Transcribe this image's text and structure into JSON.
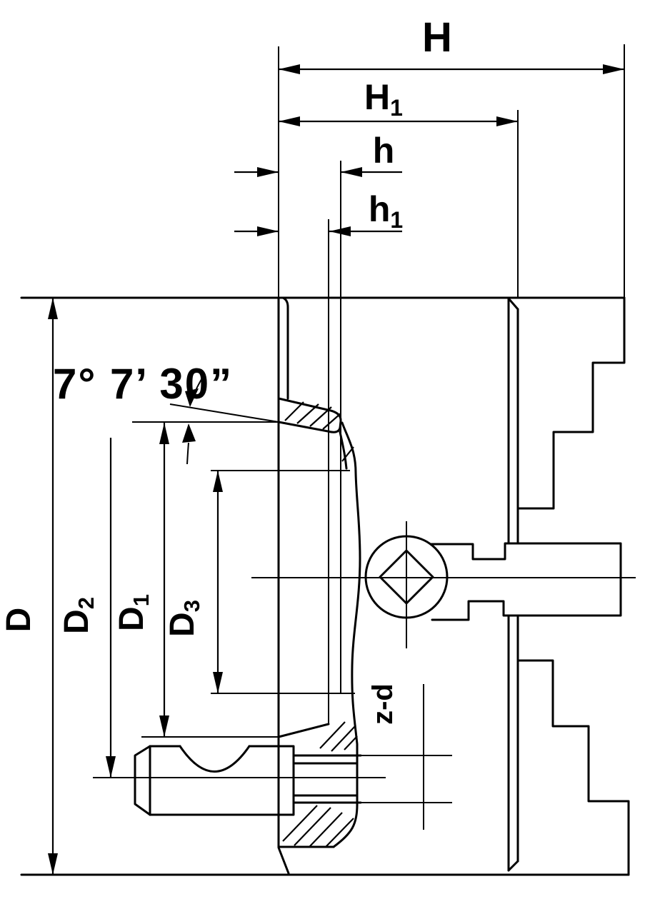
{
  "drawing": {
    "description": "Technical cross-section drawing of a lathe chuck with mounting back plate, square-socket pinion, stepped reversible jaw and fixing bolt",
    "colors": {
      "line": "#000000",
      "background": "#ffffff"
    },
    "labels": {
      "H": {
        "main": "H",
        "sub": ""
      },
      "H1": {
        "main": "H",
        "sub": "1"
      },
      "h": {
        "main": "h",
        "sub": ""
      },
      "h1": {
        "main": "h",
        "sub": "1"
      },
      "D": {
        "main": "D",
        "sub": ""
      },
      "D1": {
        "main": "D",
        "sub": "1"
      },
      "D2": {
        "main": "D",
        "sub": "2"
      },
      "D3": {
        "main": "D",
        "sub": "3"
      },
      "angle": "7° 7’ 30”",
      "bolt_spec": "z-d"
    }
  }
}
